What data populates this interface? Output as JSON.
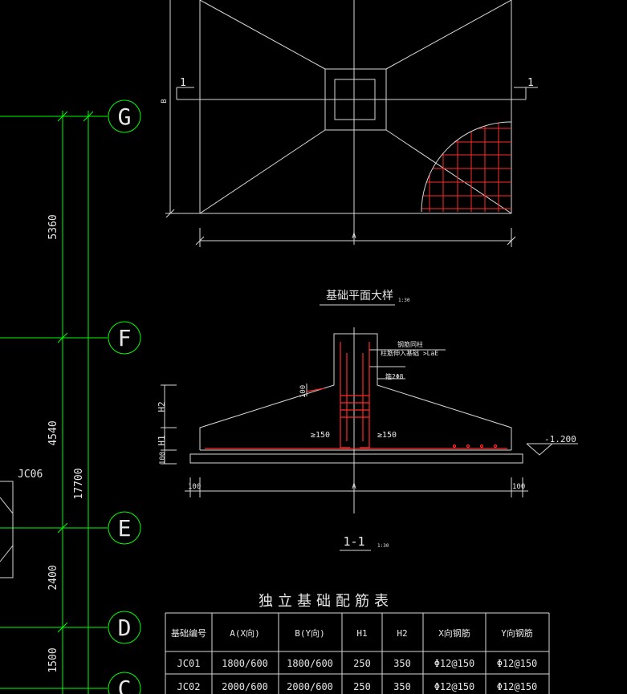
{
  "colors": {
    "background": "#000000",
    "line": "#d8d8d8",
    "grid": "#00ff00",
    "rebar": "#ff2a2a",
    "text": "#e6e6e6",
    "label": "#ffffff"
  },
  "grid_axes": [
    {
      "label": "G"
    },
    {
      "label": "F"
    },
    {
      "label": "E"
    },
    {
      "label": "D"
    },
    {
      "label": "C"
    }
  ],
  "left_dims": {
    "g_f": "5360",
    "f_e": "4540",
    "e_d": "2400",
    "d_c": "1500",
    "total": "17700"
  },
  "left_note": "JC06",
  "plan": {
    "section_mark_left": "1",
    "section_mark_right": "1",
    "dim_b": "B",
    "dim_a": "A",
    "title": "基础平面大样",
    "scale": "1:30"
  },
  "section": {
    "note_1": "钢筋同柱",
    "note_2": "柱筋伸入基础 >LaE",
    "note_3": "箍2Φ8",
    "dim_100": "100",
    "dim_h2": "H2",
    "dim_h1": "H1",
    "dim_base": "100",
    "cover_left": "≥150",
    "cover_right": "≥150",
    "elev": "-1.200",
    "dim_left": "100",
    "dim_a": "A",
    "dim_right": "100",
    "title": "1-1",
    "scale": "1:30"
  },
  "table": {
    "title": "独立基础配筋表",
    "headers": [
      "基础编号",
      "A(X向)",
      "B(Y向)",
      "H1",
      "H2",
      "X向钢筋",
      "Y向钢筋"
    ],
    "rows": [
      [
        "JC01",
        "1800/600",
        "1800/600",
        "250",
        "350",
        "Φ12@150",
        "Φ12@150"
      ],
      [
        "JC02",
        "2000/600",
        "2000/600",
        "250",
        "350",
        "Φ12@150",
        "Φ12@150"
      ]
    ]
  }
}
